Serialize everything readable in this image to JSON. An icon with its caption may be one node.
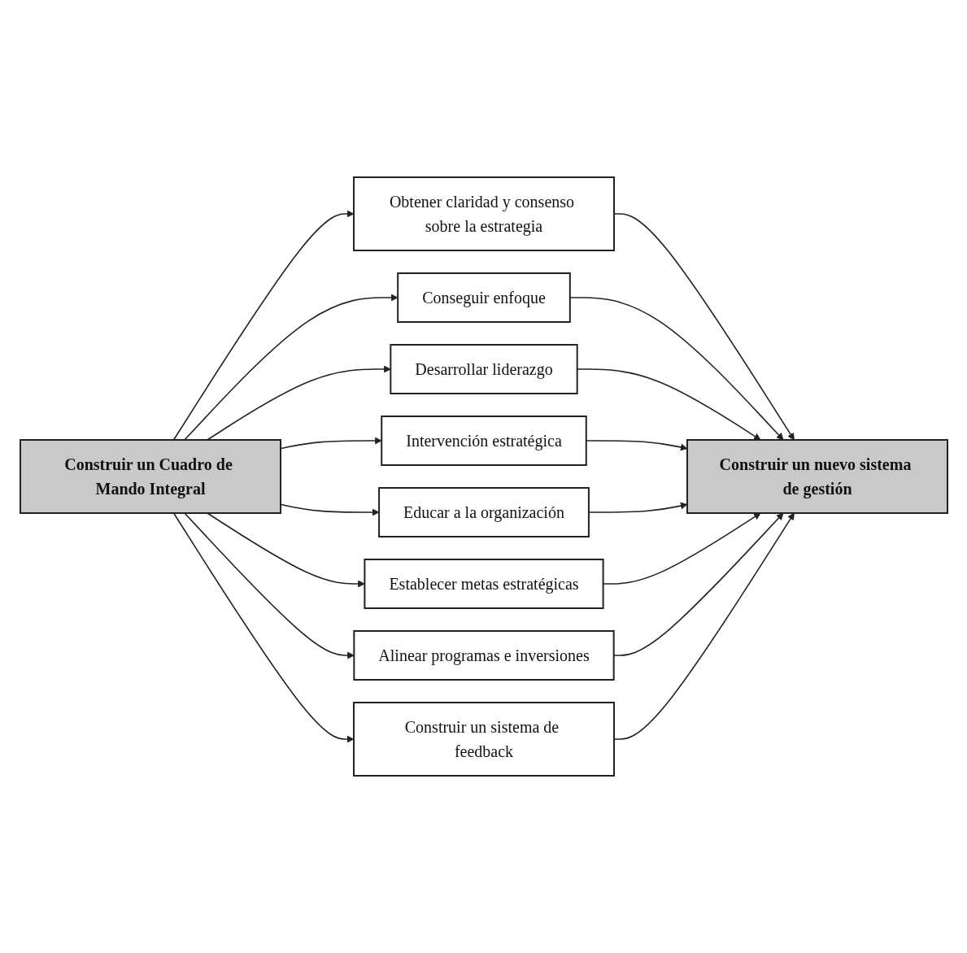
{
  "diagram": {
    "nodes": [
      {
        "text": [
          "Construir un Cuadro de Mando Integral"
        ]
      },
      {
        "text": [
          "Obtener claridad y consenso sobre la estrategia"
        ]
      },
      {
        "text": [
          "Conseguir enfoque"
        ]
      },
      {
        "text": [
          "Desarrollar liderazgo"
        ]
      },
      {
        "text": [
          "Intervención estratégica"
        ]
      },
      {
        "text": [
          "Educar a la organización"
        ]
      },
      {
        "text": [
          "Establecer metas estratégicas"
        ]
      },
      {
        "text": [
          "Alinear programas e inversiones"
        ]
      },
      {
        "text": [
          "Construir un sistema de feedback"
        ]
      },
      {
        "text": [
          "Construir un nuevo sistema de gestión"
        ]
      }
    ],
    "edges": [
      {
        "from": 0,
        "to": 1,
        "arrow": "to"
      },
      {
        "from": 0,
        "to": 2,
        "arrow": "to"
      },
      {
        "from": 0,
        "to": 3,
        "arrow": "to"
      },
      {
        "from": 0,
        "to": 4,
        "arrow": "to"
      },
      {
        "from": 0,
        "to": 5,
        "arrow": "to"
      },
      {
        "from": 0,
        "to": 6,
        "arrow": "to"
      },
      {
        "from": 0,
        "to": 7,
        "arrow": "to"
      },
      {
        "from": 0,
        "to": 8,
        "arrow": "to"
      },
      {
        "from": 1,
        "to": 9,
        "arrow": "to"
      },
      {
        "from": 2,
        "to": 9,
        "arrow": "to"
      },
      {
        "from": 3,
        "to": 9,
        "arrow": "to"
      },
      {
        "from": 4,
        "to": 9,
        "arrow": "to"
      },
      {
        "from": 5,
        "to": 9,
        "arrow": "to"
      },
      {
        "from": 6,
        "to": 9,
        "arrow": "to"
      },
      {
        "from": 7,
        "to": 9,
        "arrow": "to"
      },
      {
        "from": 8,
        "to": 9,
        "arrow": "to"
      }
    ]
  }
}
